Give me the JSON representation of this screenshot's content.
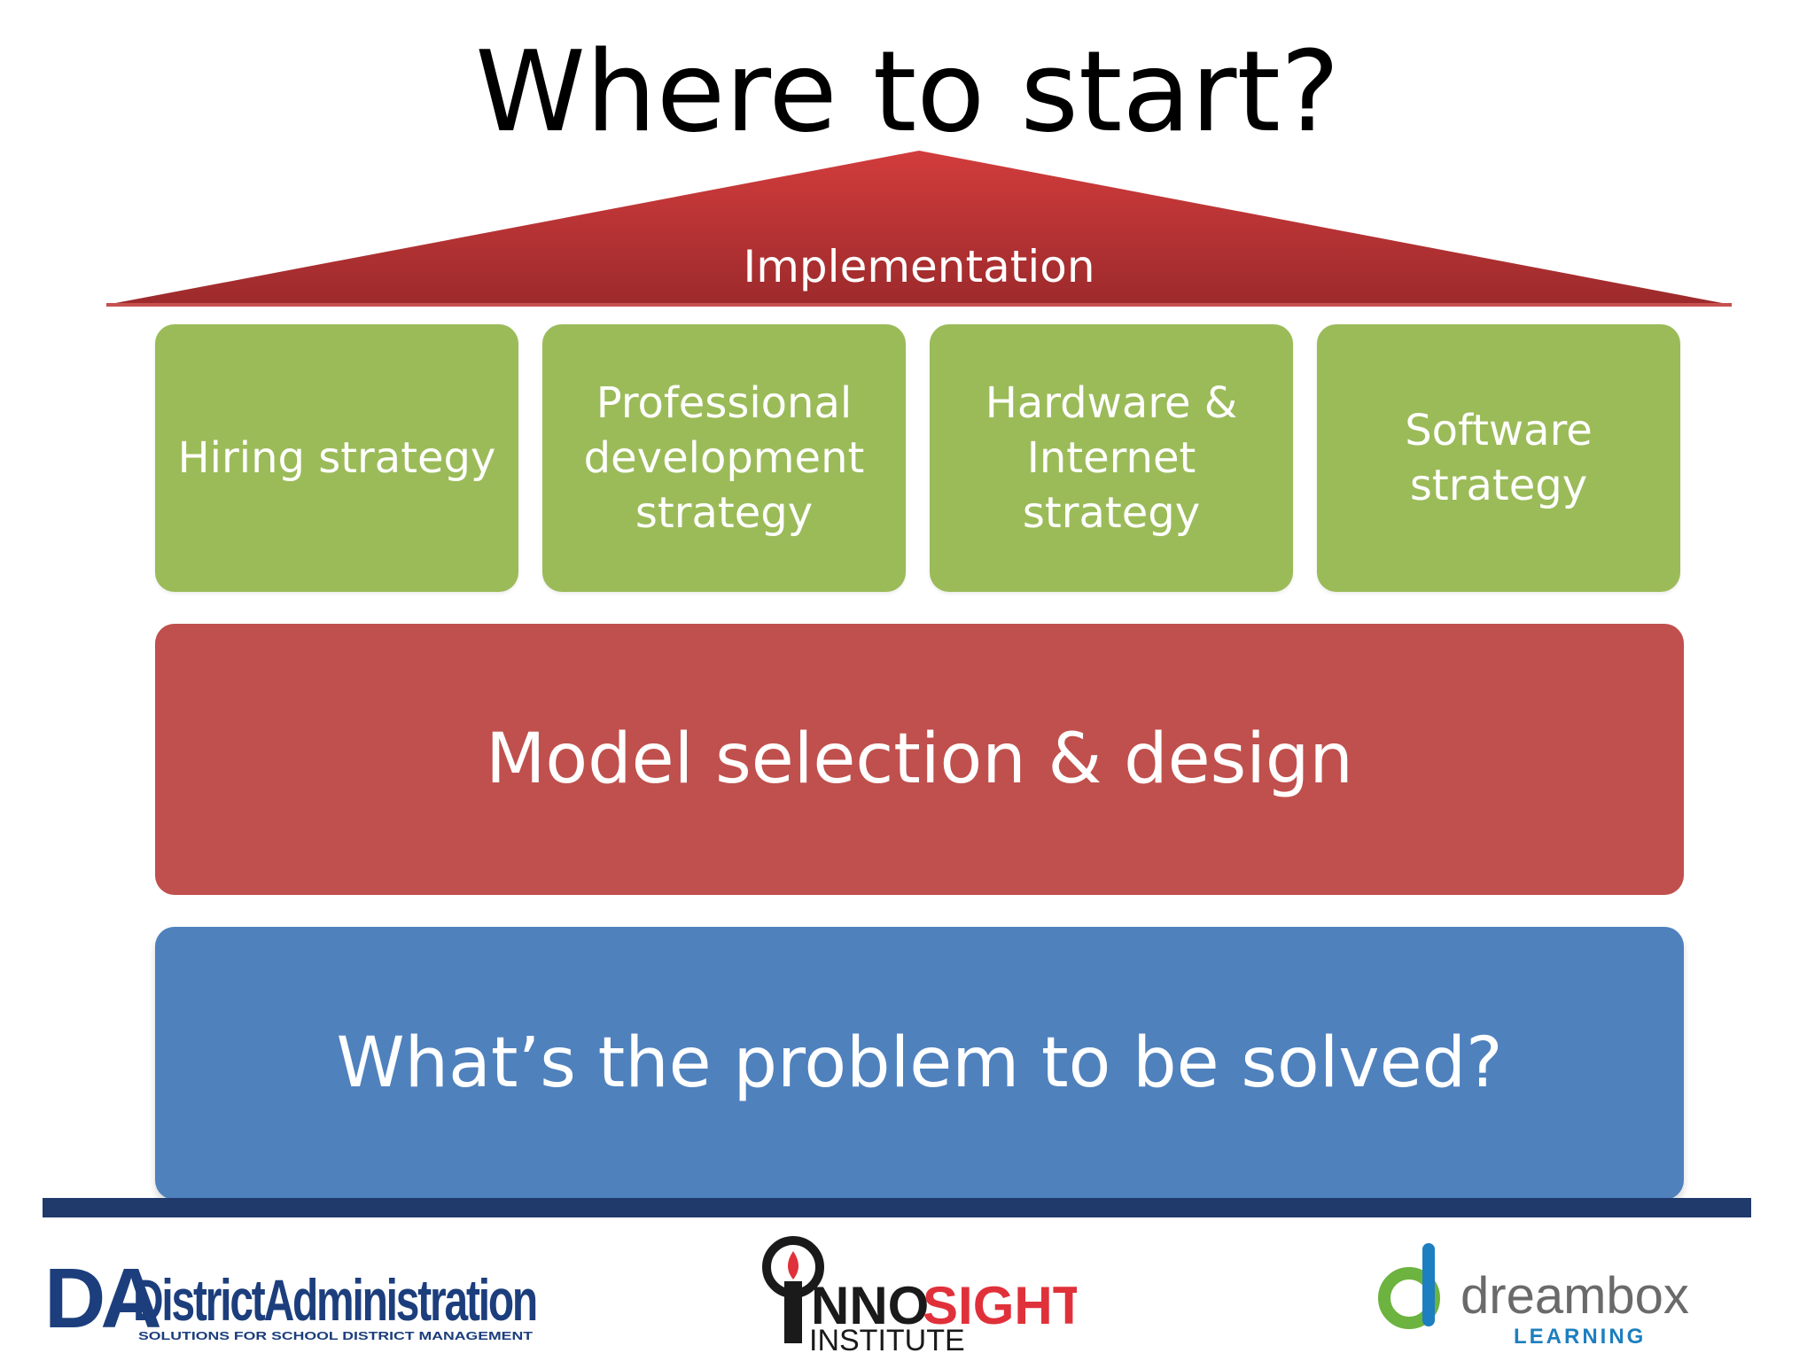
{
  "title": "Where to start?",
  "roof": {
    "label": "Implementation",
    "color": "#b83234"
  },
  "pillars": [
    {
      "label": "Hiring strategy"
    },
    {
      "label": "Professional\ndevelopment\nstrategy"
    },
    {
      "label": "Hardware &\nInternet\nstrategy"
    },
    {
      "label": "Software\nstrategy"
    }
  ],
  "model_band": {
    "label": "Model selection & design",
    "color": "#c0504d"
  },
  "problem_band": {
    "label": "What’s the problem to be solved?",
    "color": "#4f81bd"
  },
  "pillar_color": "#9bbb59",
  "logos": {
    "district_admin": {
      "mark": "DA",
      "name": "DistrictAdministration",
      "tagline": "SOLUTIONS FOR SCHOOL DISTRICT MANAGEMENT"
    },
    "innosight": {
      "name_a": "NNO",
      "name_b": "SIGHT",
      "sub": "INSTITUTE"
    },
    "dreambox": {
      "name": "dreambox",
      "sub": "LEARNING"
    }
  }
}
